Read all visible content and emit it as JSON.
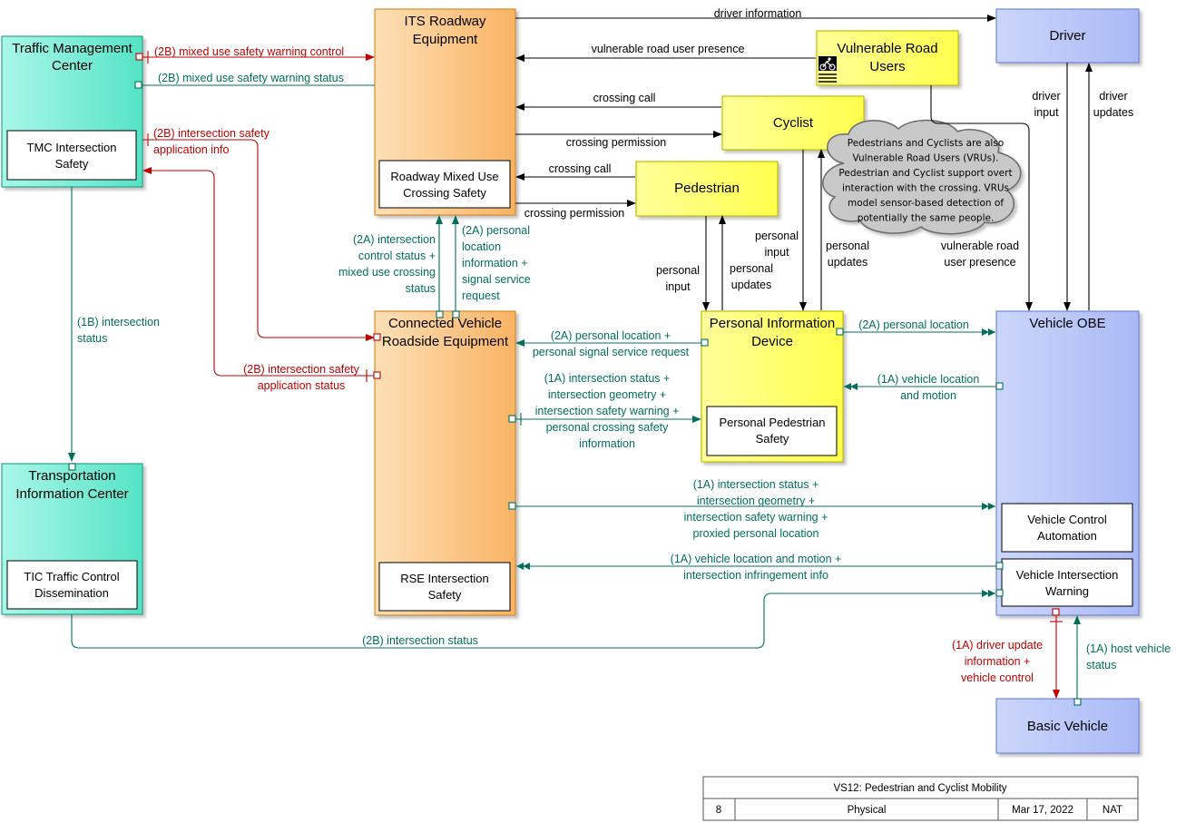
{
  "colors": {
    "teal_box": "#7ff0d8",
    "orange_box": "#fbc988",
    "yellow_box": "#ffff66",
    "blue_box": "#b7c5f8",
    "red_flow": "#c00000",
    "green_flow": "#006f5c",
    "black_flow": "#000000",
    "cloud_fill": "#c8c8c8"
  },
  "icons": {
    "vru": "cyclist-icon"
  },
  "entities": {
    "tmc": {
      "title": [
        "Traffic Management",
        "Center"
      ],
      "sub": [
        "TMC Intersection",
        "Safety"
      ]
    },
    "its": {
      "title": [
        "ITS Roadway",
        "Equipment"
      ],
      "sub": [
        "Roadway Mixed Use",
        "Crossing Safety"
      ]
    },
    "vru": {
      "title": [
        "Vulnerable Road",
        "Users"
      ]
    },
    "driver": {
      "title": [
        "Driver"
      ]
    },
    "cyclist": {
      "title": [
        "Cyclist"
      ]
    },
    "pedestrian": {
      "title": [
        "Pedestrian"
      ]
    },
    "cvrse": {
      "title": [
        "Connected Vehicle",
        "Roadside Equipment"
      ],
      "sub": [
        "RSE Intersection",
        "Safety"
      ]
    },
    "pid": {
      "title": [
        "Personal Information",
        "Device"
      ],
      "sub": [
        "Personal Pedestrian",
        "Safety"
      ]
    },
    "obe": {
      "title": [
        "Vehicle OBE"
      ],
      "sub1": [
        "Vehicle Control",
        "Automation"
      ],
      "sub2": [
        "Vehicle Intersection",
        "Warning"
      ]
    },
    "tic": {
      "title": [
        "Transportation",
        "Information Center"
      ],
      "sub": [
        "TIC Traffic Control",
        "Dissemination"
      ]
    },
    "basic": {
      "title": [
        "Basic Vehicle"
      ]
    }
  },
  "cloud": {
    "lines": [
      "Pedestrians and Cyclists are also",
      "Vulnerable Road Users (VRUs).",
      "Pedestrian and Cyclist support overt",
      "interaction with the crossing.  VRUs",
      "model sensor-based detection of",
      "potentially the same people."
    ]
  },
  "flows": {
    "driver_information": [
      "driver information"
    ],
    "vru_presence_its": [
      "vulnerable road user presence"
    ],
    "crossing_call_cyclist": [
      "crossing call"
    ],
    "crossing_permission_cyclist": [
      "crossing permission"
    ],
    "crossing_call_ped": [
      "crossing call"
    ],
    "crossing_permission_ped": [
      "crossing permission"
    ],
    "mixed_use_control": [
      "(2B) mixed use safety warning control"
    ],
    "mixed_use_status": [
      "(2B) mixed use safety warning status"
    ],
    "tmc_app_info": [
      "(2B) intersection safety",
      "application info"
    ],
    "tmc_app_status": [
      "(2B) intersection safety",
      "application status"
    ],
    "int_status_1b": [
      "(1B) intersection",
      "status"
    ],
    "int_status_2b": [
      "(2B) intersection status"
    ],
    "rse_its_status": [
      "(2A) intersection",
      "control status +",
      "mixed use crossing",
      "status"
    ],
    "rse_its_request": [
      "(2A) personal",
      "location",
      "information +",
      "signal service",
      "request"
    ],
    "pid_rse_location": [
      "(2A) personal location +",
      "personal signal service request"
    ],
    "rse_pid_status": [
      "(1A) intersection status +",
      "intersection geometry +",
      "intersection safety warning +",
      "personal crossing safety",
      "information"
    ],
    "rse_obe_status": [
      "(1A) intersection status +",
      "intersection geometry +",
      "intersection safety warning +",
      "proxied personal location"
    ],
    "obe_rse_location": [
      "(1A) vehicle location and motion +",
      "intersection infringement info"
    ],
    "pid_obe_location": [
      "(2A) personal location"
    ],
    "obe_pid_location": [
      "(1A) vehicle location",
      "and motion"
    ],
    "ped_personal_input": [
      "personal",
      "input"
    ],
    "ped_personal_updates": [
      "personal",
      "updates"
    ],
    "cyc_personal_input": [
      "personal",
      "input"
    ],
    "cyc_personal_updates": [
      "personal",
      "updates"
    ],
    "driver_input": [
      "driver",
      "input"
    ],
    "driver_updates": [
      "driver",
      "updates"
    ],
    "vru_presence_obe": [
      "vulnerable road",
      "user presence"
    ],
    "driver_update_control": [
      "(1A) driver update",
      "information +",
      "vehicle control"
    ],
    "host_vehicle_status": [
      "(1A) host vehicle",
      "status"
    ]
  },
  "title_block": {
    "title": "VS12: Pedestrian and Cyclist Mobility",
    "number": "8",
    "view": "Physical",
    "date": "Mar 17, 2022",
    "tag": "NAT"
  }
}
